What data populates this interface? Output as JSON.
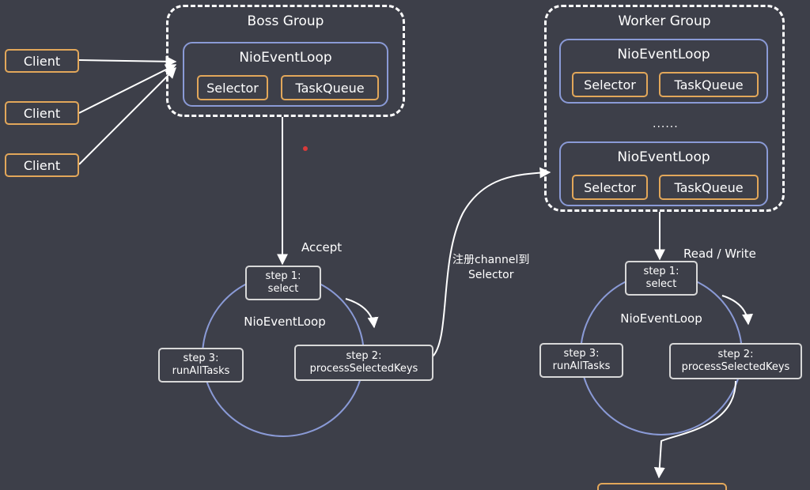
{
  "clients": [
    "Client",
    "Client",
    "Client"
  ],
  "boss_group": {
    "title": "Boss Group",
    "loop": {
      "title": "NioEventLoop",
      "selector": "Selector",
      "task_queue": "TaskQueue"
    }
  },
  "worker_group": {
    "title": "Worker Group",
    "loops": [
      {
        "title": "NioEventLoop",
        "selector": "Selector",
        "task_queue": "TaskQueue"
      },
      {
        "title": "NioEventLoop",
        "selector": "Selector",
        "task_queue": "TaskQueue"
      }
    ],
    "ellipsis": "......"
  },
  "boss_cycle": {
    "center_label": "NioEventLoop",
    "step1": [
      "step 1:",
      "select"
    ],
    "step2": [
      "step 2:",
      "processSelectedKeys"
    ],
    "step3": [
      "step 3:",
      "runAllTasks"
    ]
  },
  "worker_cycle": {
    "center_label": "NioEventLoop",
    "step1": [
      "step 1:",
      "select"
    ],
    "step2": [
      "step 2:",
      "processSelectedKeys"
    ],
    "step3": [
      "step 3:",
      "runAllTasks"
    ]
  },
  "edge_labels": {
    "accept": "Accept",
    "register_line1": "注册channel到",
    "register_line2": "Selector",
    "read_write": "Read / Write"
  },
  "colors": {
    "background": "#3d3f49",
    "orange": "#e2a75a",
    "blue": "#8a9ad6",
    "line": "#ffffff"
  }
}
